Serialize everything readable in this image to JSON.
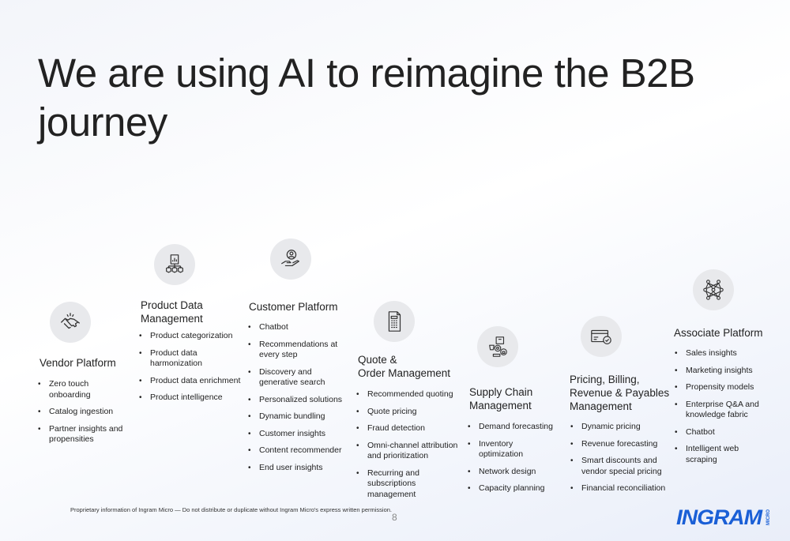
{
  "slide": {
    "title": "We are using AI to reimagine the B2B journey",
    "footer_note": "Proprietary information of Ingram Micro — Do not distribute or duplicate without Ingram Micro's express written permission.",
    "page_number": "8",
    "logo_text": "INGRAM",
    "logo_sub": "MICRO",
    "brand_color": "#1a5fd6"
  },
  "columns": [
    {
      "heading": "Vendor Platform",
      "icon": "handshake-icon",
      "items": [
        "Zero touch\nonboarding",
        "Catalog ingestion",
        "Partner insights and\npropensities"
      ]
    },
    {
      "heading": "Product Data\nManagement",
      "icon": "product-data-icon",
      "items": [
        "Product categorization",
        "Product data\nharmonization",
        "Product data enrichment",
        "Product intelligence"
      ]
    },
    {
      "heading": "Customer Platform",
      "icon": "customer-hand-icon",
      "items": [
        "Chatbot",
        "Recommendations at\nevery step",
        "Discovery and\ngenerative search",
        "Personalized solutions",
        "Dynamic bundling",
        "Customer insights",
        "Content recommender",
        "End user insights"
      ]
    },
    {
      "heading": "Quote &\nOrder Management",
      "icon": "document-icon",
      "items": [
        "Recommended quoting",
        "Quote pricing",
        "Fraud detection",
        "Omni-channel attribution\nand prioritization",
        "Recurring and\nsubscriptions\nmanagement"
      ]
    },
    {
      "heading": "Supply Chain\nManagement",
      "icon": "supply-chain-icon",
      "items": [
        "Demand forecasting",
        "Inventory\noptimization",
        "Network design",
        "Capacity planning"
      ]
    },
    {
      "heading": "Pricing, Billing,\nRevenue & Payables\nManagement",
      "icon": "credit-card-icon",
      "items": [
        "Dynamic pricing",
        "Revenue forecasting",
        "Smart discounts and\nvendor special pricing",
        "Financial reconciliation"
      ]
    },
    {
      "heading": "Associate Platform",
      "icon": "network-icon",
      "items": [
        "Sales insights",
        "Marketing insights",
        "Propensity models",
        "Enterprise Q&A and\nknowledge fabric",
        "Chatbot",
        "Intelligent web\nscraping"
      ]
    }
  ]
}
